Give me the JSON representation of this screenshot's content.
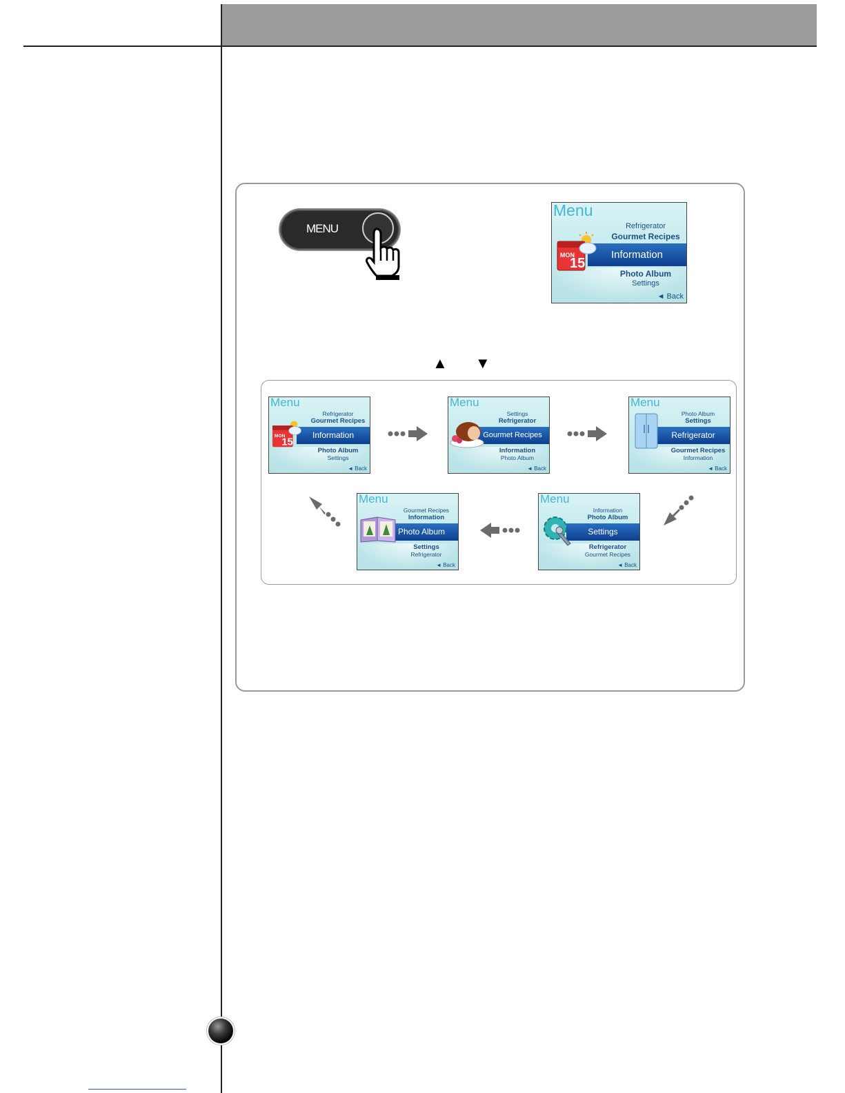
{
  "menu_key": {
    "label": "MENU"
  },
  "nav_arrows": {
    "up": "▲",
    "down": "▼"
  },
  "main_screen": {
    "title": "Menu",
    "above2": "Refrigerator",
    "above1": "Gourmet Recipes",
    "selected": "Information",
    "below1": "Photo Album",
    "below2": "Settings",
    "back": "◄ Back"
  },
  "cycle_screens": [
    {
      "title": "Menu",
      "above2": "Refrigerator",
      "above1": "Gourmet Recipes",
      "selected": "Information",
      "below1": "Photo Album",
      "below2": "Settings",
      "back": "◄ Back"
    },
    {
      "title": "Menu",
      "above2": "Settings",
      "above1": "Refrigerator",
      "selected": "Gourmet Recipes",
      "below1": "Information",
      "below2": "Photo Album",
      "back": "◄ Back"
    },
    {
      "title": "Menu",
      "above2": "Photo Album",
      "above1": "Settings",
      "selected": "Refrigerator",
      "below1": "Gourmet Recipes",
      "below2": "Information",
      "back": "◄ Back"
    },
    {
      "title": "Menu",
      "above2": "Information",
      "above1": "Photo Album",
      "selected": "Settings",
      "below1": "Refrigerator",
      "below2": "Gourmet Recipes",
      "back": "◄ Back"
    },
    {
      "title": "Menu",
      "above2": "Gourmet Recipes",
      "above1": "Information",
      "selected": "Photo Album",
      "below1": "Settings",
      "below2": "Refrigerator",
      "back": "◄ Back"
    }
  ],
  "icons": {
    "information": "calendar-weather-icon",
    "recipes": "roast-meat-icon",
    "refrigerator": "refrigerator-icon",
    "settings": "gear-wrench-icon",
    "photo": "photo-album-icon",
    "hand": "pointing-hand-icon"
  },
  "colors": {
    "header_bar": "#9b9b9b",
    "lcd_title": "#44b6d6",
    "lcd_text": "#1b4f86",
    "lcd_selected": "#0d3f8e",
    "arrow": "#6b6b6b"
  }
}
